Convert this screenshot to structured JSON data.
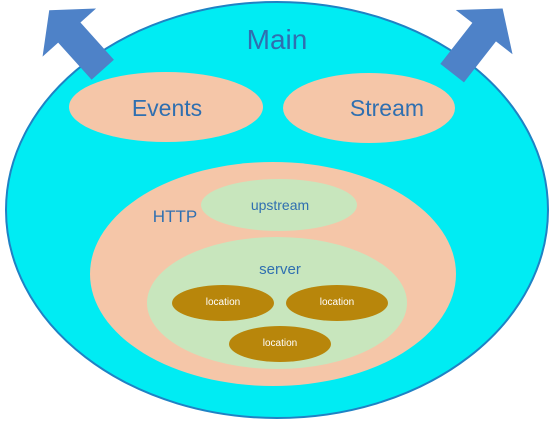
{
  "colors": {
    "main_fill": "#00ecf3",
    "main_stroke": "#1f82c4",
    "module_fill": "#f5c6a8",
    "server_fill": "#c8e6bd",
    "location_fill": "#b8860b",
    "arrow_fill": "#4e82c8",
    "text_blue": "#2f6fb0",
    "text_dark": "#ffffff"
  },
  "icons": {
    "left_arrow": "arrow-up-left-icon",
    "right_arrow": "arrow-up-right-icon"
  },
  "labels": {
    "main": "Main",
    "events": "Events",
    "stream": "Stream",
    "http": "HTTP",
    "upstream": "upstream",
    "server": "server",
    "location_1": "location",
    "location_2": "location",
    "location_3": "location"
  }
}
